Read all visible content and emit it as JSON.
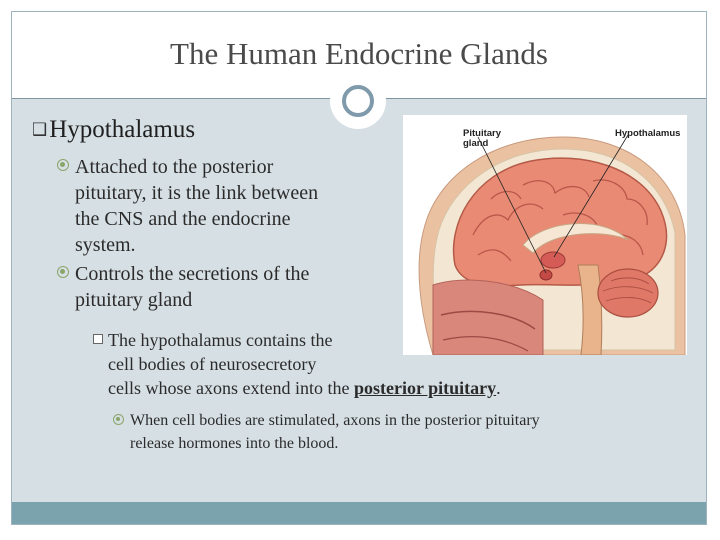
{
  "slide": {
    "title": "The Human Endocrine Glands"
  },
  "heading": {
    "bullet": "❑",
    "text": "Hypothalamus"
  },
  "bullets_l1": [
    {
      "lines": [
        "Attached to the posterior",
        "pituitary, it is the link between",
        "the CNS and the endocrine",
        "system."
      ]
    },
    {
      "lines": [
        "Controls the secretions of the",
        "pituitary gland"
      ]
    }
  ],
  "bullet_l2": {
    "line1": "The hypothalamus contains the",
    "line2": "cell bodies of neurosecretory",
    "line3_prefix": "cells whose axons extend into the ",
    "line3_emph": "posterior pituitary",
    "line3_suffix": "."
  },
  "bullet_l3": {
    "line1": "When cell bodies are stimulated, axons in the posterior pituitary",
    "line2": "release hormones into the blood."
  },
  "illustration": {
    "label_pituitary_1": "Pituitary",
    "label_pituitary_2": "gland",
    "label_hypothalamus": "Hypothalamus"
  },
  "colors": {
    "slide_bg": "#d6dfe4",
    "accent": "#7f9aaa",
    "bullet_green": "#8aa56a",
    "footer": "#7aa3ad"
  }
}
